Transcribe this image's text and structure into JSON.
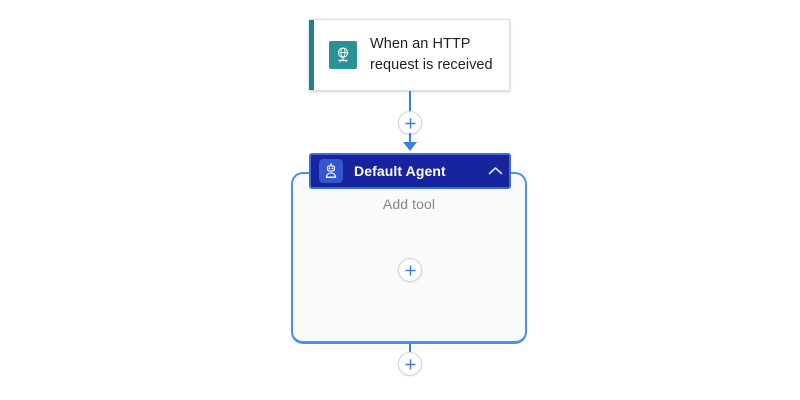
{
  "canvas": {
    "background": "#ffffff",
    "accent_blue": "#3b7fe0",
    "agent_header_bg": "#17249e",
    "agent_border": "#4a90e8",
    "trigger_accent": "#21808d"
  },
  "trigger": {
    "title": "When an HTTP request is received",
    "icon": "http-request-globe-icon",
    "accent_color": "#21808d"
  },
  "connector_top": {
    "add_action_label": "+",
    "icon": "plus-icon"
  },
  "agent": {
    "title": "Default Agent",
    "icon": "agent-robot-icon",
    "collapse_icon": "chevron-up-icon",
    "expanded": true,
    "add_tool_label": "Add tool",
    "add_tool_icon": "plus-icon"
  },
  "connector_bottom": {
    "add_action_label": "+",
    "icon": "plus-icon"
  }
}
